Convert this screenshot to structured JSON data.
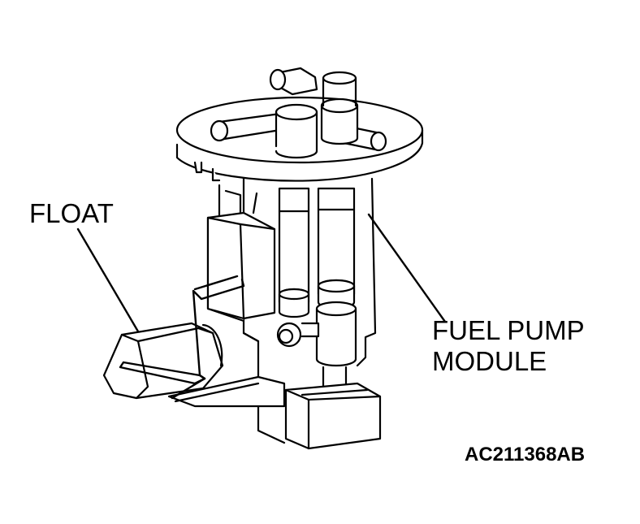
{
  "labels": {
    "float": "FLOAT",
    "module_line1": "FUEL PUMP",
    "module_line2": "MODULE",
    "figure_code": "AC211368AB"
  },
  "colors": {
    "ink": "#000000",
    "background": "#ffffff"
  }
}
